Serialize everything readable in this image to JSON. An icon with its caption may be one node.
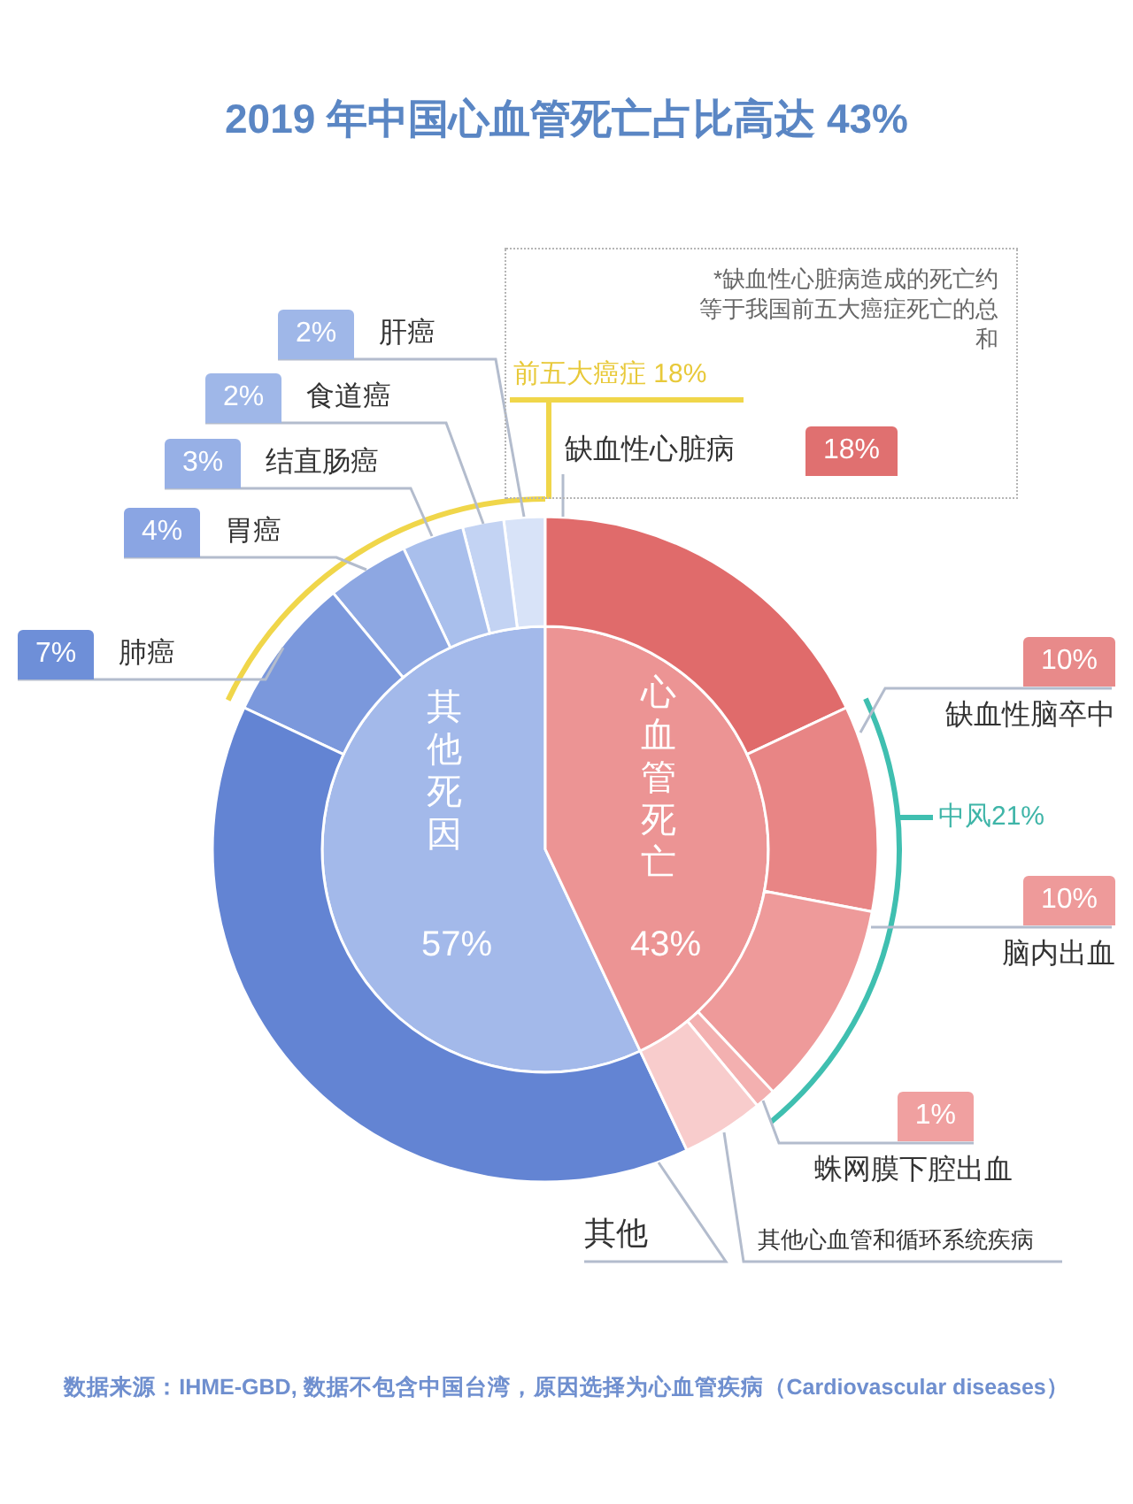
{
  "diagram": {
    "title": "2019 年中国心血管死亡占比高达 43%",
    "nodes": [
      {
        "text": [
          "其他死因",
          "57%"
        ]
      },
      {
        "text": [
          "心血管死亡",
          "43%"
        ]
      },
      {
        "text": [],
        "shape": "arc"
      },
      {
        "text": [],
        "shape": "arc"
      },
      {
        "text": [],
        "shape": "arc"
      },
      {
        "text": [],
        "shape": "arc"
      },
      {
        "text": [],
        "shape": "arc"
      },
      {
        "text": [],
        "shape": "arc"
      },
      {
        "text": [],
        "shape": "arc"
      },
      {
        "text": [],
        "shape": "arc"
      },
      {
        "text": [],
        "shape": "arc"
      },
      {
        "text": [],
        "shape": "arc"
      },
      {
        "text": [],
        "shape": "arc"
      },
      {
        "text": [
          "*缺血性心脏病造成的死亡约等于我国前五大癌症死亡的总和"
        ]
      },
      {
        "text": [
          "缺血性心脏病",
          "18%"
        ],
        "in": 13
      },
      {
        "text": [
          "2%",
          "肝癌"
        ]
      },
      {
        "text": [
          "2%",
          "食道癌"
        ]
      },
      {
        "text": [
          "3%",
          "结直肠癌"
        ]
      },
      {
        "text": [
          "4%",
          "胃癌"
        ]
      },
      {
        "text": [
          "7%",
          "肺癌"
        ]
      },
      {
        "text": [
          "10%",
          "缺血性脑卒中"
        ]
      },
      {
        "text": [
          "10%",
          "脑内出血"
        ]
      },
      {
        "text": [
          "1%",
          "蛛网膜下腔出血"
        ]
      },
      {
        "text": [
          "其他"
        ]
      },
      {
        "text": [
          "其他心血管和循环系统疾病"
        ]
      }
    ],
    "edges": [
      {
        "from": 14,
        "to": 8,
        "arrow": "none"
      },
      {
        "from": 15,
        "to": 2,
        "arrow": "none"
      },
      {
        "from": 16,
        "to": 3,
        "arrow": "none"
      },
      {
        "from": 17,
        "to": 4,
        "arrow": "none"
      },
      {
        "from": 18,
        "to": 5,
        "arrow": "none"
      },
      {
        "from": 19,
        "to": 6,
        "arrow": "none"
      },
      {
        "from": 20,
        "to": 9,
        "arrow": "none"
      },
      {
        "from": 21,
        "to": 10,
        "arrow": "none"
      },
      {
        "from": 22,
        "to": 11,
        "arrow": "none"
      },
      {
        "from": 23,
        "to": 7,
        "arrow": "none"
      },
      {
        "from": 24,
        "to": 12,
        "arrow": "none"
      }
    ],
    "labels": [
      "前五大癌症 18%",
      "中风21%"
    ],
    "caption": "数据来源：IHME-GBD, 数据不包含中国台湾，原因选择为心血管疾病（Cardiovascular diseases）"
  }
}
